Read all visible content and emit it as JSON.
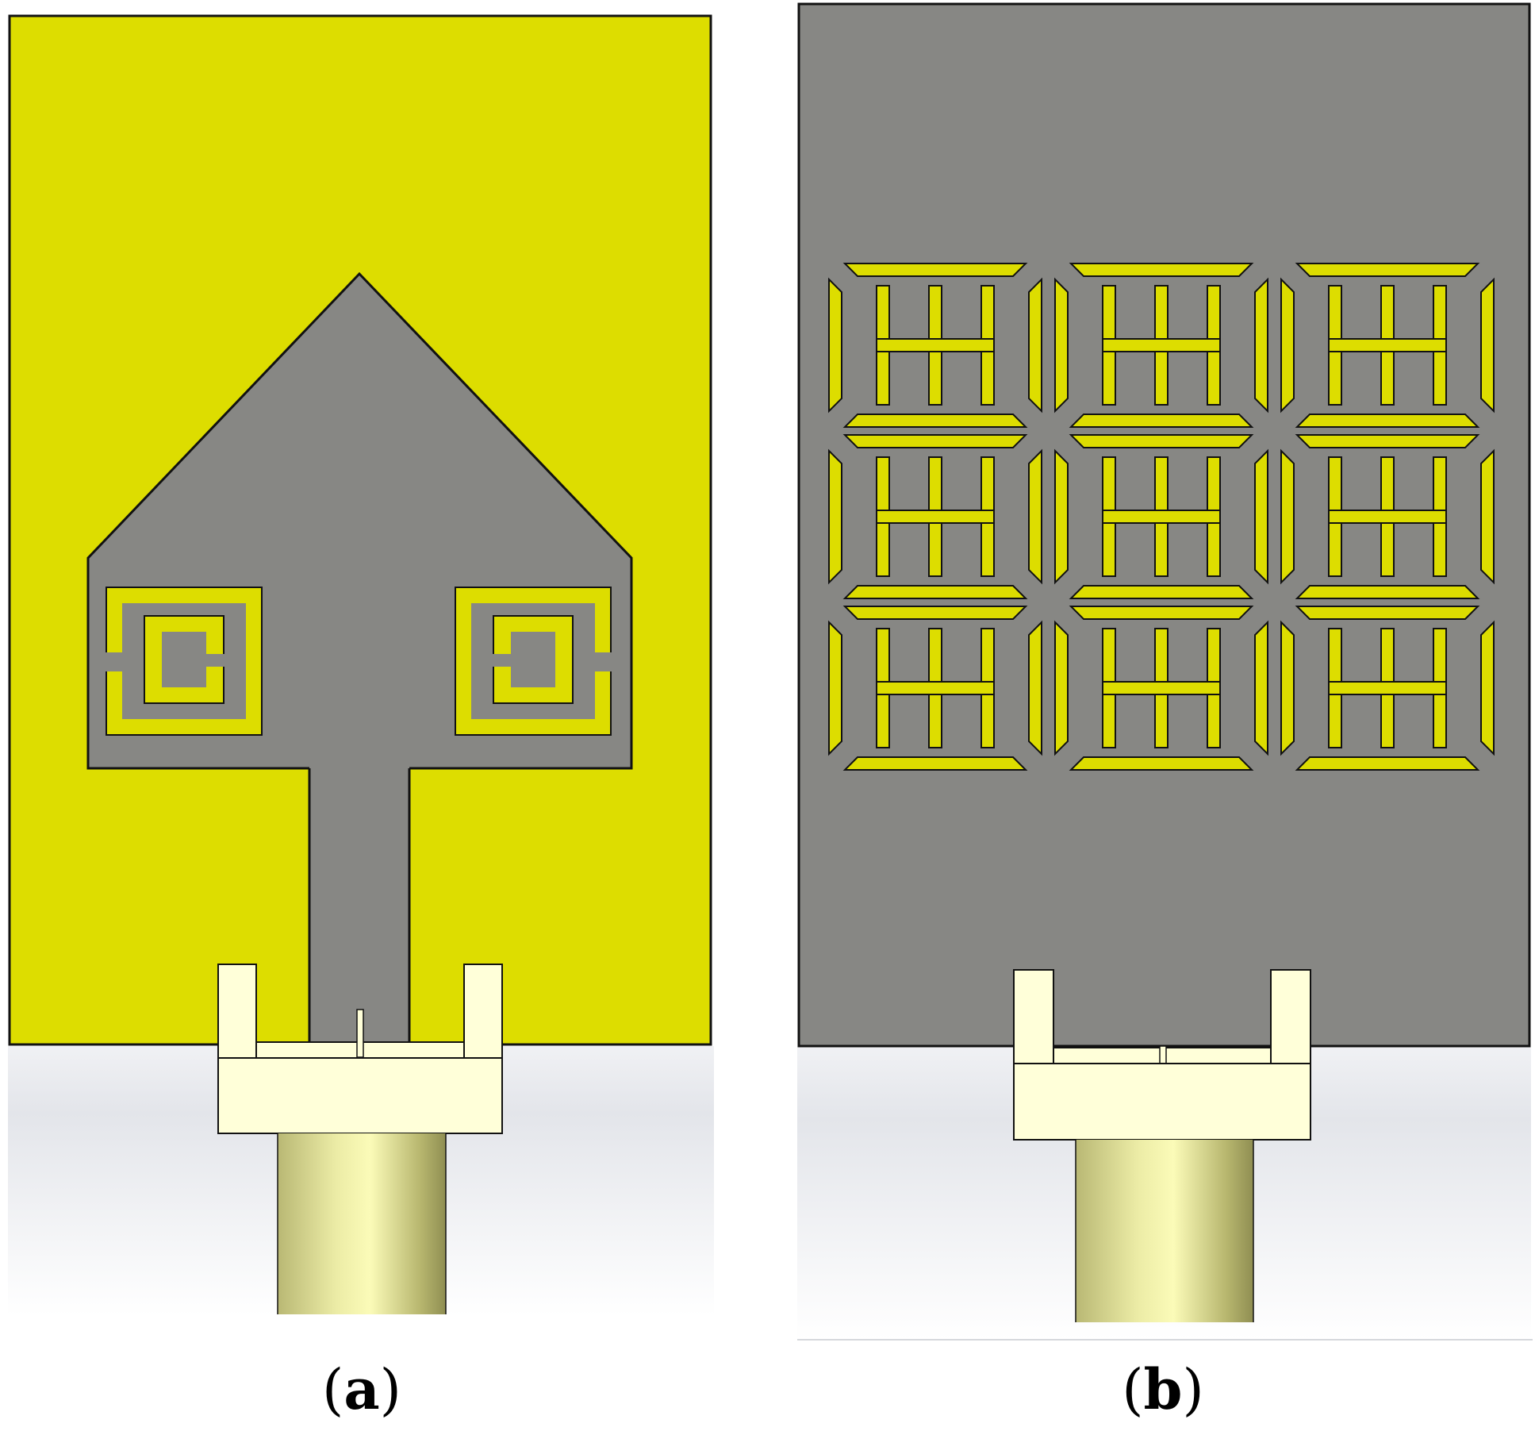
{
  "panels": [
    {
      "id": "a",
      "label": "a"
    },
    {
      "id": "b",
      "label": "b"
    }
  ],
  "colors": {
    "substrate": "#dddd00",
    "copper": "#878784",
    "outline": "#111111",
    "connector_body": "#ffffd9",
    "connector_pin": "#ffffd9",
    "background_fade": "#e7e9ee"
  },
  "icons": {
    "panel_a": "monopole-patch-with-csrr-icon",
    "panel_b": "metasurface-ground-icon",
    "connector": "sma-connector-icon"
  }
}
